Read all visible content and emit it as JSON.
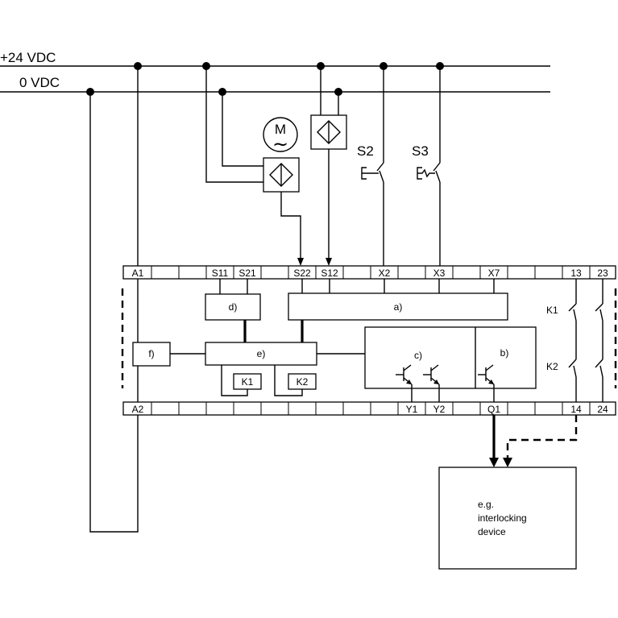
{
  "rails": {
    "positive": "+24 VDC",
    "zero": "0 VDC"
  },
  "switches": {
    "s2": "S2",
    "s3": "S3"
  },
  "motor": {
    "letter": "M",
    "symbol": "~"
  },
  "terminals_top": {
    "a1": "A1",
    "s11": "S11",
    "s21": "S21",
    "s22": "S22",
    "s12": "S12",
    "x2": "X2",
    "x3": "X3",
    "x7": "X7",
    "t13": "13",
    "t23": "23"
  },
  "terminals_bottom": {
    "a2": "A2",
    "y1": "Y1",
    "y2": "Y2",
    "q1": "Q1",
    "t14": "14",
    "t24": "24"
  },
  "blocks": {
    "a": "a)",
    "b": "b)",
    "c": "c)",
    "d": "d)",
    "e": "e)",
    "f": "f)"
  },
  "relays": {
    "k1": "K1",
    "k2": "K2"
  },
  "output_device": {
    "line1": "e.g.",
    "line2": "interlocking",
    "line3": "device"
  }
}
